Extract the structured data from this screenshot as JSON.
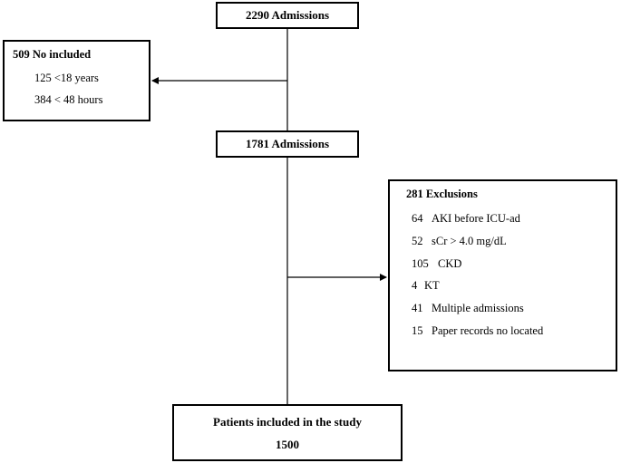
{
  "admissions_initial": "2290 Admissions",
  "not_included": {
    "title": "509 No included",
    "items": [
      "125 <18 years",
      "384 < 48 hours"
    ]
  },
  "admissions_after": "1781 Admissions",
  "exclusions": {
    "title": "281 Exclusions",
    "items": [
      {
        "count": "64",
        "label": "AKI before ICU-ad"
      },
      {
        "count": "52",
        "label": "sCr > 4.0 mg/dL"
      },
      {
        "count": "105",
        "label": "CKD"
      },
      {
        "count": "4",
        "label": "KT"
      },
      {
        "count": "41",
        "label": "Multiple admissions"
      },
      {
        "count": "15",
        "label": "Paper records no located"
      }
    ]
  },
  "final": {
    "label": "Patients included in the study",
    "count": "1500"
  }
}
